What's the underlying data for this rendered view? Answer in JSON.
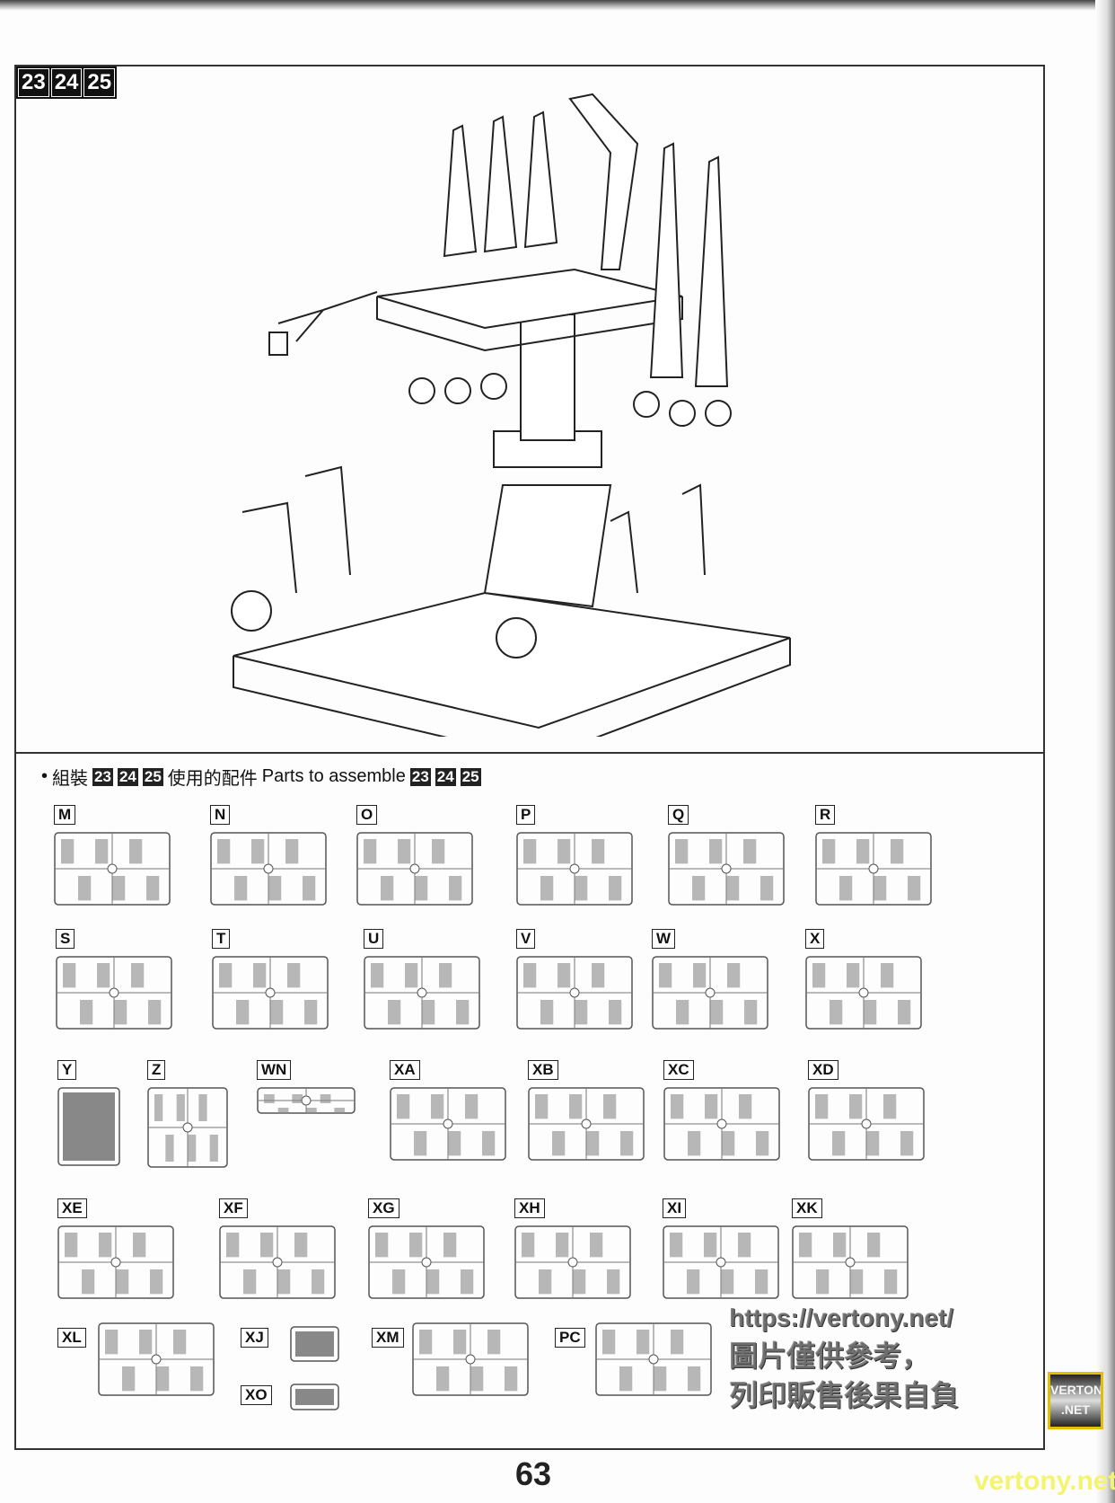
{
  "steps": [
    "23",
    "24",
    "25"
  ],
  "heading": {
    "bullet": "•",
    "cn_prefix": "組裝",
    "cn_suffix": "使用的配件",
    "en": "Parts to assemble",
    "steps": [
      "23",
      "24",
      "25"
    ]
  },
  "parts": [
    "M",
    "N",
    "O",
    "P",
    "Q",
    "R",
    "S",
    "T",
    "U",
    "V",
    "W",
    "X",
    "Y",
    "Z",
    "WN",
    "XA",
    "XB",
    "XC",
    "XD",
    "XE",
    "XF",
    "XG",
    "XH",
    "XI",
    "XK",
    "XL",
    "XJ",
    "XO",
    "XM",
    "PC"
  ],
  "page_number": "63",
  "watermark": {
    "url": "https://vertony.net/",
    "line1": "圖片僅供參考，",
    "line2": "列印販售後果自負",
    "badge_top": "VERTONY",
    "badge_bottom": ".NET",
    "footer": "vertony.net"
  }
}
